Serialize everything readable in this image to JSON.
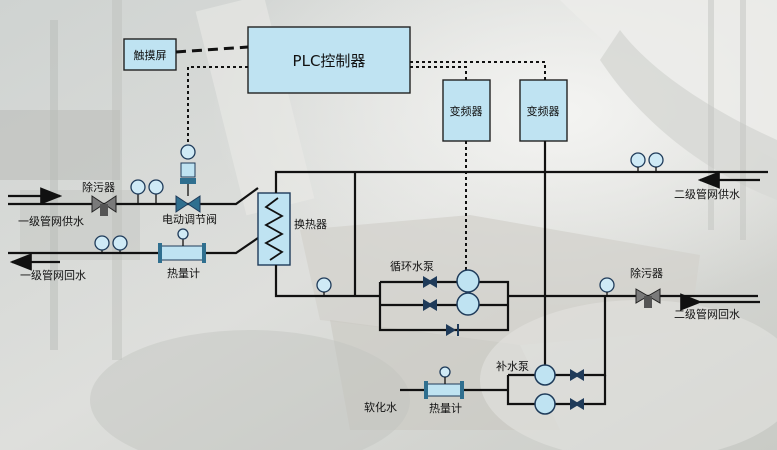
{
  "diagram": {
    "title": "",
    "controller": {
      "label": "PLC控制器"
    },
    "touchscreen": {
      "label": "触摸屏"
    },
    "vfd_1": {
      "label": "变频器"
    },
    "vfd_2": {
      "label": "变频器"
    },
    "primary_strainer": {
      "label": "除污器"
    },
    "secondary_strainer": {
      "label": "除污器"
    },
    "control_valve": {
      "label": "电动调节阀"
    },
    "heat_exchanger": {
      "label": "换热器"
    },
    "primary_meter": {
      "label": "热量计"
    },
    "soft_water_meter": {
      "label": "热量计"
    },
    "circulation_pump": {
      "label": "循环水泵"
    },
    "makeup_pump": {
      "label": "补水泵"
    },
    "soft_water": {
      "label": "软化水"
    },
    "primary_supply": {
      "label": "一级管网供水"
    },
    "primary_return": {
      "label": "一级管网回水"
    },
    "secondary_supply": {
      "label": "二级管网供水"
    },
    "secondary_return": {
      "label": "二级管网回水"
    }
  }
}
